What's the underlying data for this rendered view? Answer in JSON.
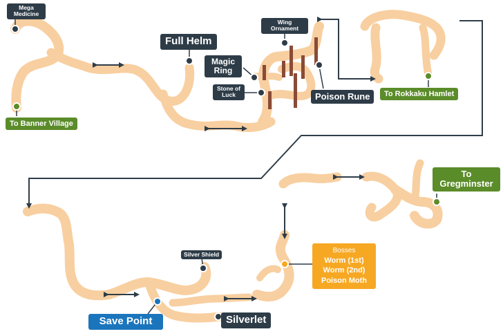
{
  "items": {
    "mega_medicine": "Mega Medicine",
    "full_helm": "Full Helm",
    "wing_ornament": "Wing Ornament",
    "magic_ring": "Magic Ring",
    "stone_of_luck": "Stone of Luck",
    "poison_rune": "Poison Rune",
    "silver_shield": "Silver Shield",
    "silverlet": "Silverlet"
  },
  "exits": {
    "banner_village": "To Banner Village",
    "rokkaku_hamlet": "To Rokkaku Hamlet",
    "gregminster_line1": "To",
    "gregminster_line2": "Gregminster"
  },
  "save_point": "Save Point",
  "bosses": {
    "header": "Bosses",
    "list": [
      "Worm (1st)",
      "Worm (2nd)",
      "Poison Moth"
    ]
  },
  "colors": {
    "path": "#f8cfa0",
    "label_dark": "#2e3c48",
    "exit_green": "#5b8c2a",
    "save_blue": "#1b75bc",
    "boss_orange": "#f7a823",
    "pillar": "#8a4b36"
  }
}
